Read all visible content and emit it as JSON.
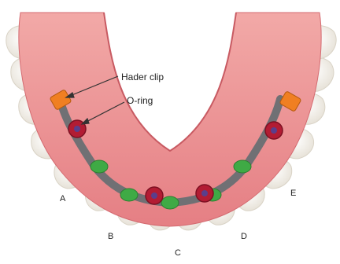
{
  "annotations": {
    "hader_clip": "Hader clip",
    "o_ring": "O-ring"
  },
  "positions": {
    "a": "A",
    "b": "B",
    "c": "C",
    "d": "D",
    "e": "E"
  },
  "colors": {
    "gum": "#e98d8f",
    "gum_dark": "#cf6468",
    "tooth": "#f3f1ec",
    "bar": "#707074",
    "implant_green": "#3faa45",
    "oring_red": "#b21c33",
    "hader_orange": "#f07f22"
  }
}
